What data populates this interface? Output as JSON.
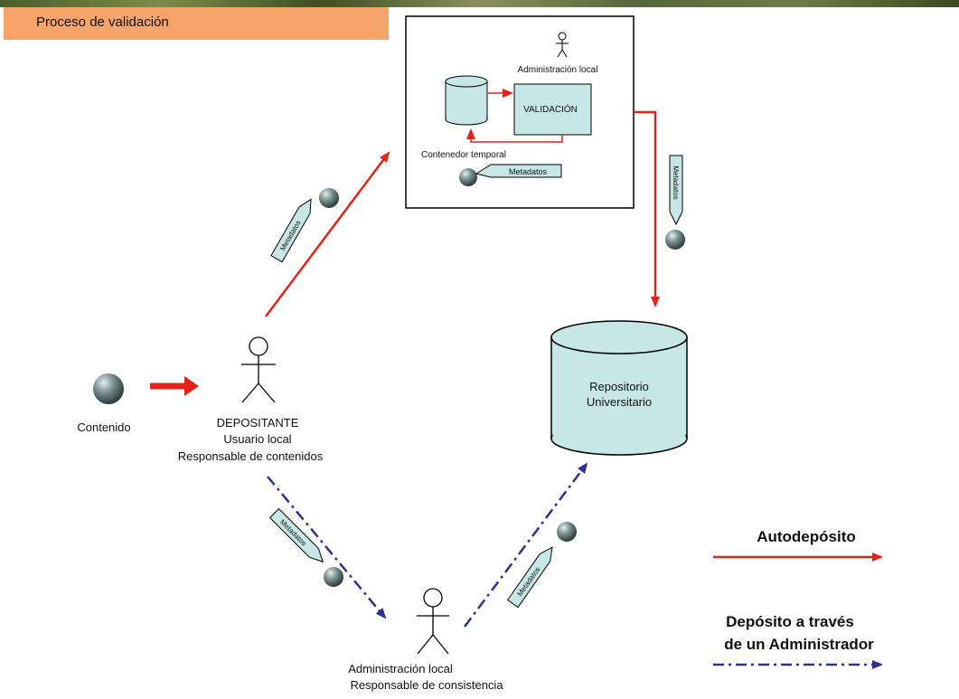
{
  "header": {
    "title": "Proceso de validación"
  },
  "validation_box": {
    "admin_label": "Administración local",
    "validation_label": "VALIDACIÓN",
    "container_label": "Contenedor temporal",
    "metadata_tag": "Metadatos"
  },
  "nodes": {
    "content_label": "Contenido",
    "depositor": {
      "title": "DEPOSITANTE",
      "line1": "Usuario local",
      "line2": "Responsable de contenidos"
    },
    "repository": {
      "line1": "Repositorio",
      "line2": "Universitario"
    },
    "local_admin": {
      "line1": "Administración local",
      "line2": "Responsable de consistencia"
    }
  },
  "tags": {
    "to_validation": "Metadatos",
    "to_repository": "Metadatos",
    "to_admin": "Metadatos",
    "admin_to_repo": "Metadatos"
  },
  "legend": {
    "self_deposit": "Autodepósito",
    "admin_deposit_line1": "Depósito a través",
    "admin_deposit_line2": "de un Administrador"
  },
  "colors": {
    "red_flow": "#e2231a",
    "blue_flow": "#2e3192",
    "box_fill": "#c7e6e6",
    "header_bar": "#f6a46a"
  }
}
